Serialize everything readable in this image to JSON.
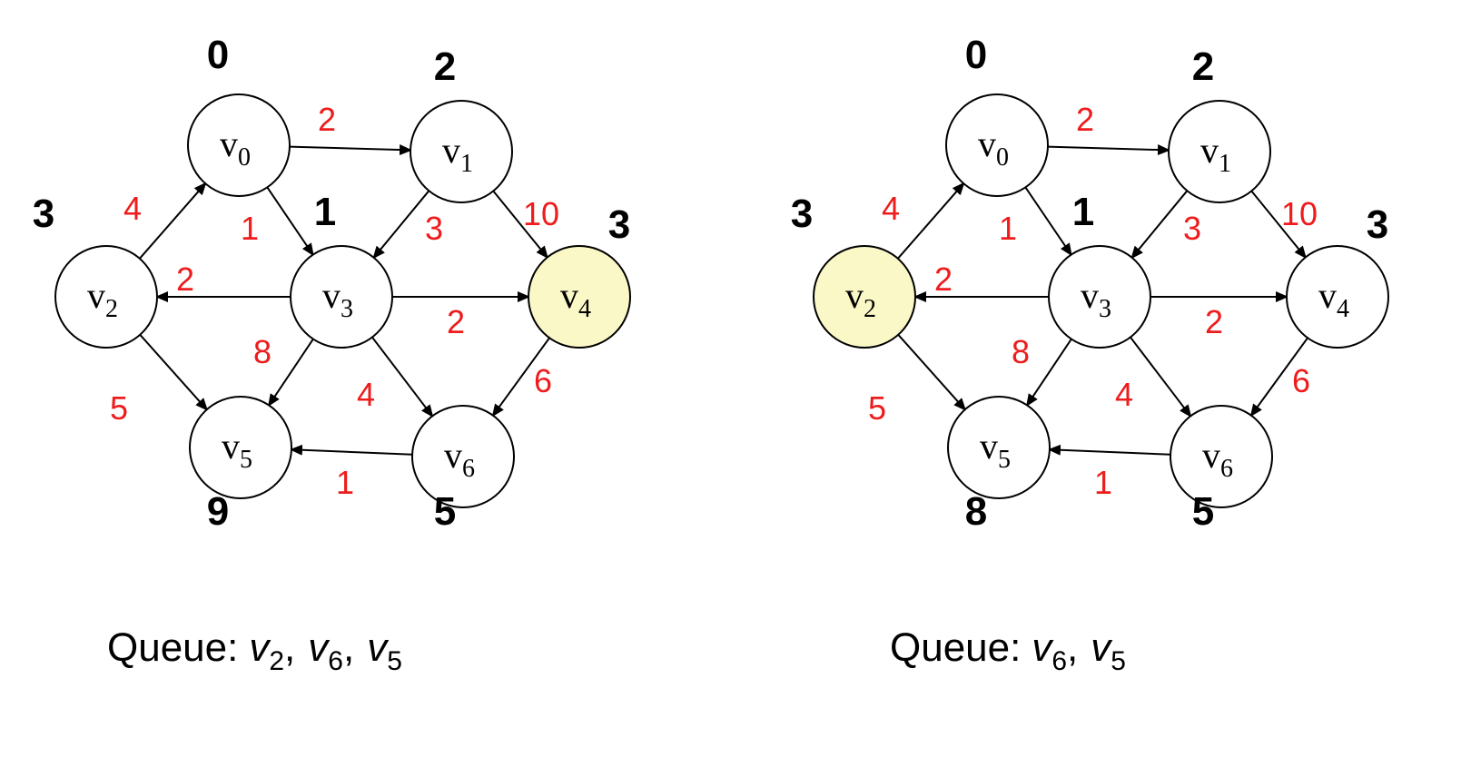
{
  "colors": {
    "highlight_fill": "#fbf8c8",
    "weight_color": "#ee1c1c",
    "node_stroke": "#000000"
  },
  "graph": {
    "nodes": [
      {
        "id": "v0",
        "letter": "v",
        "sub": "0"
      },
      {
        "id": "v1",
        "letter": "v",
        "sub": "1"
      },
      {
        "id": "v2",
        "letter": "v",
        "sub": "2"
      },
      {
        "id": "v3",
        "letter": "v",
        "sub": "3"
      },
      {
        "id": "v4",
        "letter": "v",
        "sub": "4"
      },
      {
        "id": "v5",
        "letter": "v",
        "sub": "5"
      },
      {
        "id": "v6",
        "letter": "v",
        "sub": "6"
      }
    ],
    "edges": [
      {
        "from": "v0",
        "to": "v1",
        "weight": "2"
      },
      {
        "from": "v0",
        "to": "v3",
        "weight": "1"
      },
      {
        "from": "v2",
        "to": "v0",
        "weight": "4"
      },
      {
        "from": "v1",
        "to": "v3",
        "weight": "3"
      },
      {
        "from": "v1",
        "to": "v4",
        "weight": "10"
      },
      {
        "from": "v3",
        "to": "v2",
        "weight": "2"
      },
      {
        "from": "v3",
        "to": "v4",
        "weight": "2"
      },
      {
        "from": "v3",
        "to": "v5",
        "weight": "8"
      },
      {
        "from": "v3",
        "to": "v6",
        "weight": "4"
      },
      {
        "from": "v2",
        "to": "v5",
        "weight": "5"
      },
      {
        "from": "v4",
        "to": "v6",
        "weight": "6"
      },
      {
        "from": "v6",
        "to": "v5",
        "weight": "1"
      }
    ]
  },
  "panels": [
    {
      "highlighted": "v4",
      "distances": {
        "v0": "0",
        "v1": "2",
        "v2": "3",
        "v3": "1",
        "v4": "3",
        "v5": "9",
        "v6": "5"
      },
      "queue": {
        "label": "Queue:",
        "items": [
          {
            "letter": "v",
            "sub": "2"
          },
          {
            "letter": "v",
            "sub": "6"
          },
          {
            "letter": "v",
            "sub": "5"
          }
        ]
      }
    },
    {
      "highlighted": "v2",
      "distances": {
        "v0": "0",
        "v1": "2",
        "v2": "3",
        "v3": "1",
        "v4": "3",
        "v5": "8",
        "v6": "5"
      },
      "queue": {
        "label": "Queue:",
        "items": [
          {
            "letter": "v",
            "sub": "6"
          },
          {
            "letter": "v",
            "sub": "5"
          }
        ]
      }
    }
  ]
}
